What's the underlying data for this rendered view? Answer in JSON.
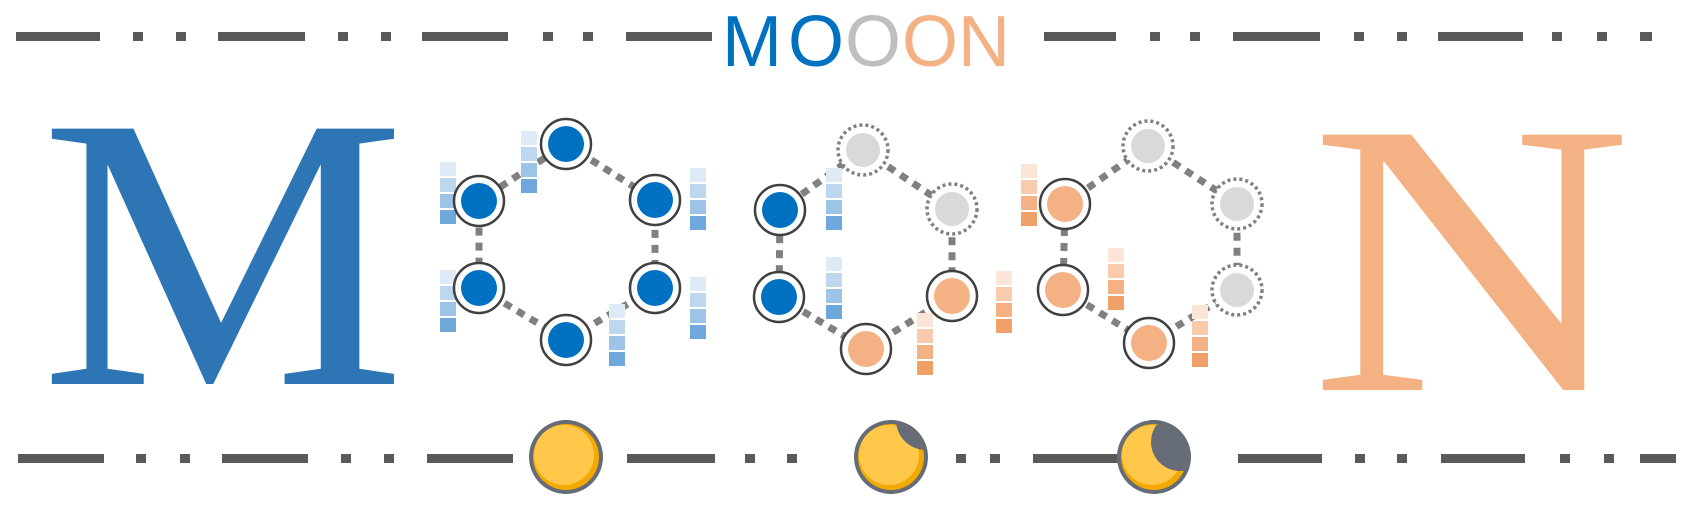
{
  "title": {
    "letters": [
      "M",
      "O",
      "O",
      "O",
      "N"
    ]
  },
  "big_letters": {
    "left": "M",
    "right": "N"
  },
  "colors": {
    "blue": "#0070C0",
    "blue_dark": "#2E75B6",
    "gray_letter": "#BFBFBF",
    "orange": "#F4B183",
    "inactive_node": "#D9D9D9",
    "line": "#595959",
    "dots": "#808080",
    "moon_fill": "#FFC000",
    "moon_shadow": "#666B78"
  },
  "title_colors": [
    "#0070C0",
    "#0070C0",
    "#BFBFBF",
    "#F4B183",
    "#F4B183"
  ],
  "rings": [
    {
      "name": "ring-1",
      "nodes": [
        "blue",
        "blue",
        "blue",
        "blue",
        "blue",
        "blue"
      ],
      "bars": [
        "blue",
        "blue",
        "blue",
        "blue",
        "blue",
        "blue"
      ]
    },
    {
      "name": "ring-2",
      "nodes": [
        "inactive",
        "inactive",
        "orange",
        "orange",
        "blue",
        "blue"
      ],
      "bars": [
        "blue",
        "orange",
        "orange",
        "blue"
      ]
    },
    {
      "name": "ring-3",
      "nodes": [
        "inactive",
        "inactive",
        "inactive",
        "orange",
        "orange",
        "orange"
      ],
      "bars": [
        "orange",
        "orange",
        "orange"
      ]
    }
  ],
  "moons": [
    {
      "name": "full-moon",
      "phase": "full"
    },
    {
      "name": "partial-moon-1",
      "phase": "partial"
    },
    {
      "name": "partial-moon-2",
      "phase": "crescent"
    }
  ]
}
